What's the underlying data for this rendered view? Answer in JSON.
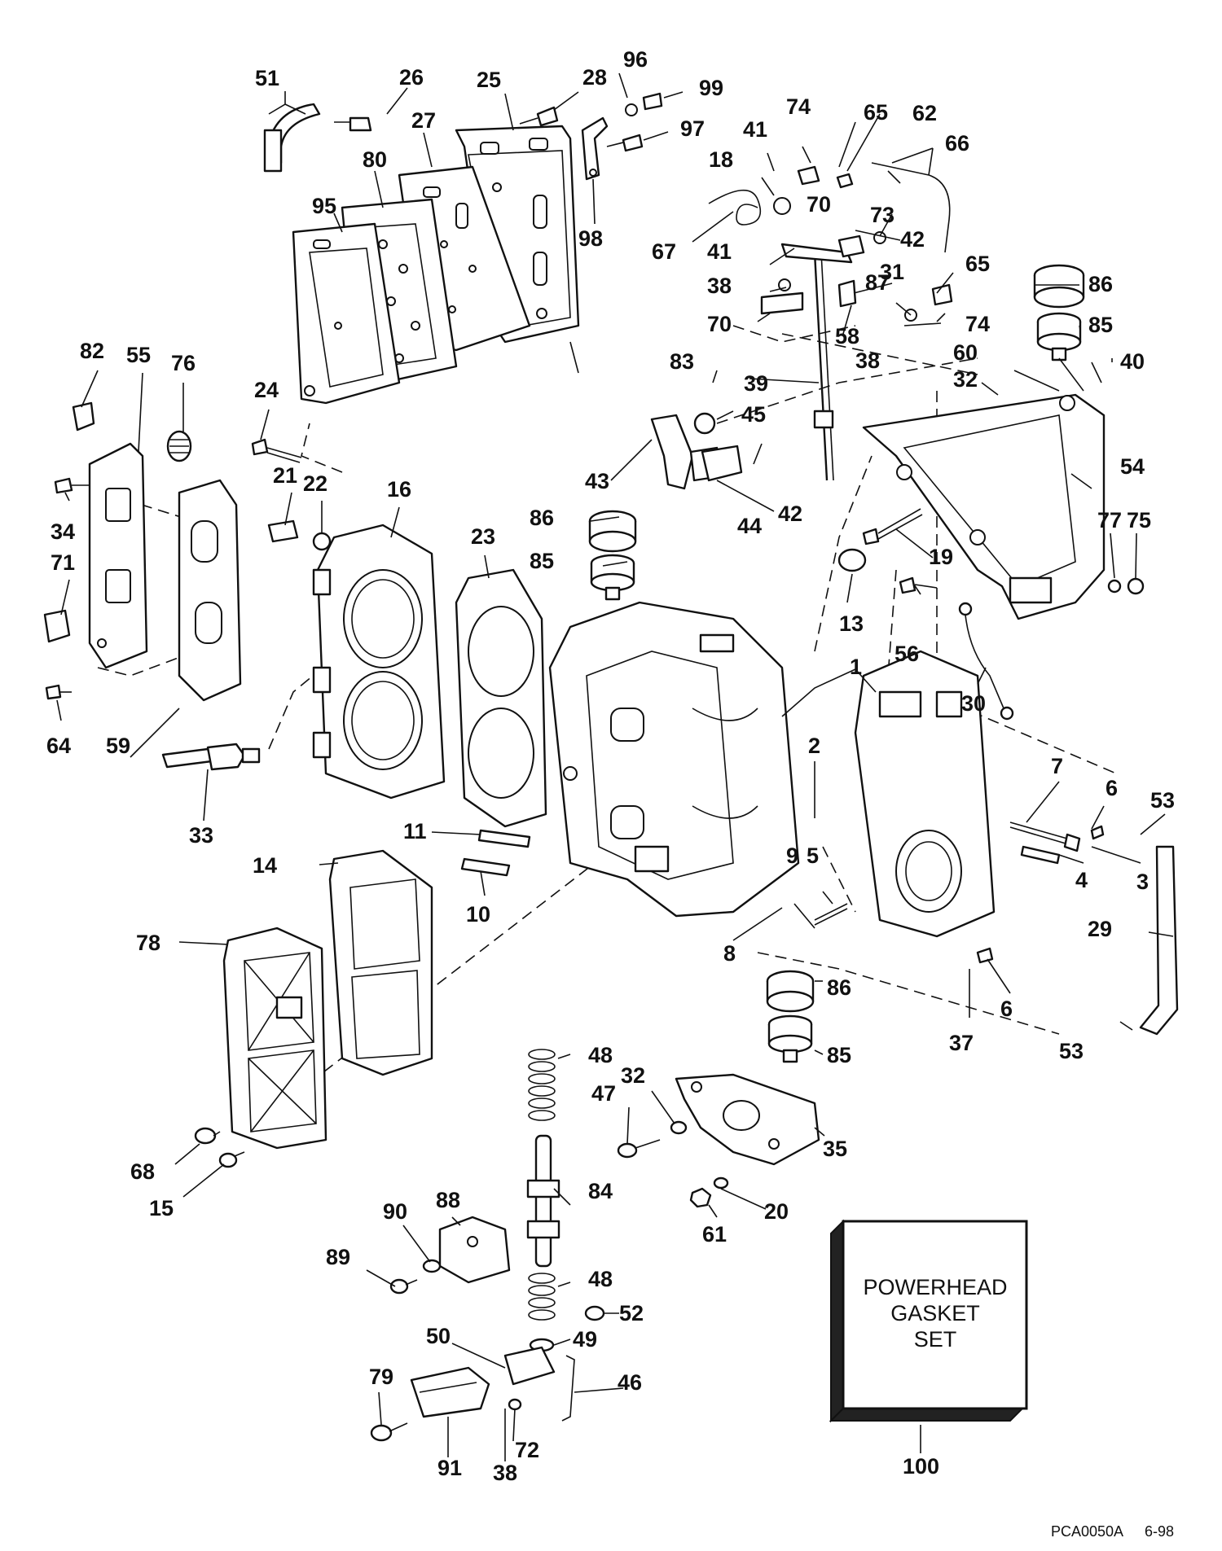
{
  "labels": {
    "p1": "1",
    "p2": "2",
    "p3": "3",
    "p4": "4",
    "p5": "5",
    "p6a": "6",
    "p6b": "6",
    "p7": "7",
    "p8": "8",
    "p9": "9",
    "p10": "10",
    "p11": "11",
    "p13": "13",
    "p14": "14",
    "p15": "15",
    "p16": "16",
    "p18": "18",
    "p19": "19",
    "p20": "20",
    "p21": "21",
    "p22": "22",
    "p23": "23",
    "p24": "24",
    "p25": "25",
    "p26": "26",
    "p27": "27",
    "p28": "28",
    "p29": "29",
    "p30": "30",
    "p31": "31",
    "p32a": "32",
    "p32b": "32",
    "p33": "33",
    "p34": "34",
    "p35": "35",
    "p37": "37",
    "p38a": "38",
    "p38b": "38",
    "p38c": "38",
    "p39": "39",
    "p40": "40",
    "p41a": "41",
    "p41b": "41",
    "p42a": "42",
    "p42b": "42",
    "p43": "43",
    "p44": "44",
    "p45": "45",
    "p46": "46",
    "p47": "47",
    "p48a": "48",
    "p48b": "48",
    "p49": "49",
    "p50": "50",
    "p51": "51",
    "p52": "52",
    "p53a": "53",
    "p53b": "53",
    "p54": "54",
    "p55": "55",
    "p56": "56",
    "p58": "58",
    "p59": "59",
    "p60": "60",
    "p61": "61",
    "p62": "62",
    "p64": "64",
    "p65a": "65",
    "p65b": "65",
    "p66": "66",
    "p67": "67",
    "p68": "68",
    "p70a": "70",
    "p70b": "70",
    "p71": "71",
    "p72": "72",
    "p73": "73",
    "p74a": "74",
    "p74b": "74",
    "p75": "75",
    "p76": "76",
    "p77": "77",
    "p78": "78",
    "p79": "79",
    "p80": "80",
    "p82": "82",
    "p83": "83",
    "p84": "84",
    "p85a": "85",
    "p85b": "85",
    "p85c": "85",
    "p86a": "86",
    "p86b": "86",
    "p86c": "86",
    "p87": "87",
    "p88": "88",
    "p89": "89",
    "p90": "90",
    "p91": "91",
    "p95": "95",
    "p96": "96",
    "p97": "97",
    "p98": "98",
    "p99": "99",
    "p100": "100"
  },
  "kit_box": {
    "line1": "POWERHEAD",
    "line2": "GASKET",
    "line3": "SET"
  },
  "footer": {
    "code": "PCA0050A",
    "date": "6-98"
  }
}
